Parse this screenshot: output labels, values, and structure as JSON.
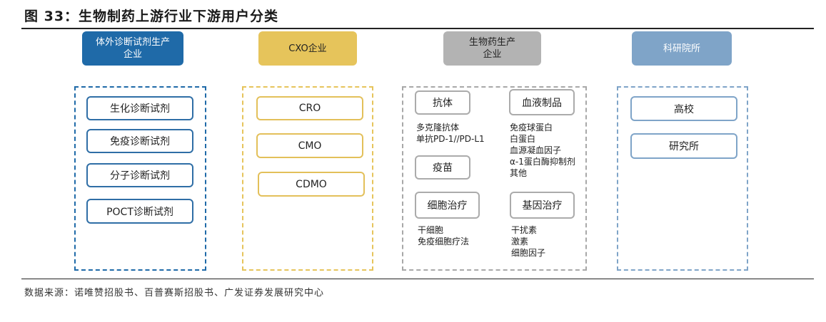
{
  "title": "图 33：生物制药上游行业下游用户分类",
  "source": "数据来源：诺唯赞招股书、百普赛斯招股书、广发证券发展研究中心",
  "categories": [
    {
      "header": "体外诊断试剂生产\n企业",
      "items": [
        "生化诊断试剂",
        "免疫诊断试剂",
        "分子诊断试剂",
        "POCT诊断试剂"
      ]
    },
    {
      "header": "CXO企业",
      "items": [
        "CRO",
        "CMO",
        "CDMO"
      ]
    },
    {
      "header": "生物药生产\n企业",
      "groups": [
        {
          "label": "抗体",
          "details": [
            "多克隆抗体",
            "单抗PD-1//PD-L1"
          ]
        },
        {
          "label": "血液制品",
          "details": [
            "免疫球蛋白",
            "白蛋白",
            "血源凝血因子",
            "α-1蛋白酶抑制剂",
            "其他"
          ]
        },
        {
          "label": "疫苗",
          "details": []
        },
        {
          "label": "细胞治疗",
          "details": [
            "干细胞",
            "免疫细胞疗法"
          ]
        },
        {
          "label": "基因治疗",
          "details": [
            "干扰素",
            "激素",
            "细胞因子"
          ]
        }
      ]
    },
    {
      "header": "科研院所",
      "items": [
        "高校",
        "研究所"
      ]
    }
  ],
  "colors": {
    "ivd": "#1f6aa8",
    "cxo": "#e6c45b",
    "biopharma": "#b3b3b3",
    "research": "#7fa4c8"
  }
}
